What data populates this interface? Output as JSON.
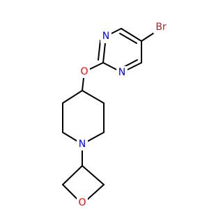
{
  "molecule": {
    "atoms": {
      "br": {
        "symbol": "Br",
        "color": "#a52a2a"
      },
      "n_pyrimidine_top": {
        "symbol": "N",
        "color": "#0000ff"
      },
      "n_pyrimidine_bottom": {
        "symbol": "N",
        "color": "#0000ff"
      },
      "o_ether": {
        "symbol": "O",
        "color": "#ff0000"
      },
      "n_piperidine": {
        "symbol": "N",
        "color": "#0000ff"
      },
      "o_oxetane": {
        "symbol": "O",
        "color": "#ff0000"
      }
    },
    "bond_color": "#000000"
  }
}
